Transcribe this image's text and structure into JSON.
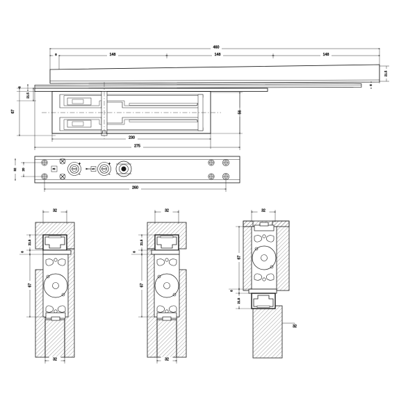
{
  "drawing": {
    "title": "Concealed Door Closer - Technical Drawing",
    "background_color": "#ffffff",
    "line_color": "#1a1a1a",
    "hatch_color": "#555555",
    "views": [
      {
        "name": "elevation-section",
        "label": ""
      },
      {
        "name": "plan-view",
        "label": ""
      },
      {
        "name": "detail-left",
        "label": ""
      },
      {
        "name": "detail-middle",
        "label": ""
      },
      {
        "name": "detail-right",
        "label": ""
      }
    ]
  },
  "elevation": {
    "dim_total": "460",
    "dim_left_gap": "8",
    "dim_seg1": "148",
    "dim_seg2": "148",
    "dim_seg3": "148",
    "dim_rail_height": "21.5",
    "dim_plate_thk": "6",
    "dim_body_length": "230",
    "dim_plate_length": "275",
    "dim_body_height": "56",
    "dim_left_6": "6",
    "dim_left_215": "21.5",
    "dim_left_67": "67"
  },
  "plan": {
    "dim_length": "260",
    "dim_edge": "32",
    "dim_hole_spacing": "20",
    "valve_1": "1",
    "valve_2": "2",
    "mark_plus": "+",
    "mark_minus": "-"
  },
  "details": {
    "left": {
      "dim_top_32": "32",
      "dim_bottom_32": "32",
      "dim_215": "21.5",
      "dim_6": "6",
      "dim_67": "67"
    },
    "middle": {
      "dim_top_32": "32",
      "dim_bottom_32": "32",
      "dim_215": "21.5",
      "dim_6": "6",
      "dim_67": "67"
    },
    "right": {
      "dim_top_32": "32",
      "dim_side_32": "32",
      "dim_215": "21.5",
      "dim_6": "6",
      "dim_67": "67"
    }
  }
}
